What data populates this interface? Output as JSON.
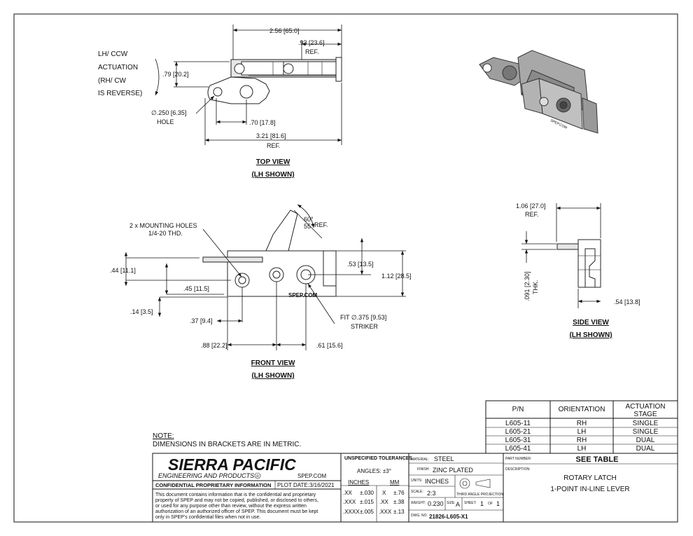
{
  "top_view": {
    "dims": {
      "d1": [
        "2.56",
        "65.0"
      ],
      "d2": [
        ".93",
        "23.6"
      ],
      "d2_ref": "REF.",
      "d3": [
        ".79",
        "20.2"
      ],
      "d4": [
        "∅.250",
        "6.35"
      ],
      "d4_sub": "HOLE",
      "d5": [
        ".70",
        "17.8"
      ],
      "d6": [
        "3.21",
        "81.6"
      ],
      "d6_ref": "REF."
    },
    "actuation": [
      "LH/ CCW",
      "ACTUATION",
      "(RH/ CW",
      "IS REVERSE)"
    ],
    "title": "TOP VIEW",
    "subtitle": "(LH SHOWN)"
  },
  "front_view": {
    "mounting_note": [
      "2 x MOUNTING HOLES",
      "1/4-20 THD."
    ],
    "angle": [
      "60°",
      "55°"
    ],
    "angle_ref": "REF.",
    "dims": {
      "a": [
        ".44",
        "11.1"
      ],
      "b": [
        ".45",
        "11.5"
      ],
      "c": [
        ".14",
        "3.5"
      ],
      "d": [
        ".37",
        "9.4"
      ],
      "e": [
        ".88",
        "22.2"
      ],
      "f": [
        ".61",
        "15.6"
      ],
      "g": [
        ".53",
        "13.5"
      ],
      "h": [
        "1.12",
        "28.5"
      ]
    },
    "fit_note": [
      "FIT ∅.375",
      "9.53",
      "STRIKER"
    ],
    "stamp": "SPEP.COM",
    "title": "FRONT VIEW",
    "subtitle": "(LH SHOWN)"
  },
  "side_view": {
    "dims": {
      "w": [
        "1.06",
        "27.0"
      ],
      "w_ref": "REF.",
      "t": [
        ".091",
        "2.30"
      ],
      "t_sub": "THK.",
      "s": [
        ".54",
        "13.8"
      ]
    },
    "title": "SIDE VIEW",
    "subtitle": "(LH SHOWN)"
  },
  "iso_stamp": "SPEP.COM",
  "pn_table": {
    "headers": [
      "P/N",
      "ORIENTATION",
      "ACTUATION\nSTAGE"
    ],
    "rows": [
      [
        "L605-11",
        "RH",
        "SINGLE"
      ],
      [
        "L605-21",
        "LH",
        "SINGLE"
      ],
      [
        "L605-31",
        "RH",
        "DUAL"
      ],
      [
        "L605-41",
        "LH",
        "DUAL"
      ]
    ]
  },
  "note": {
    "title": "NOTE:",
    "text": "DIMENSIONS IN BRACKETS ARE IN METRIC."
  },
  "title_block": {
    "company": "SIERRA PACIFIC",
    "company_sub": "ENGINEERING AND PRODUCTS",
    "reg": "R",
    "website": "SPEP.COM",
    "confidential": "CONFIDENTIAL PROPRIETARY INFORMATION",
    "plot_date_label": "PLOT DATE:",
    "plot_date": "3/16/2021",
    "disclaimer": [
      "This document contains information that is the confidential and proprietary",
      "property of SPEP and may not be copied, published, or disclosed to others,",
      "or used for any purpose  other than review, without the express written",
      "authorization of an authorized officer of SPEP. This document must be kept",
      "only in SPEP's confidential files when not in use."
    ],
    "tol_title": "UNSPECIFIED TOLERANCES",
    "angles": "ANGLES: ±3°",
    "inches_hdr": "INCHES",
    "mm_hdr": "MM",
    "tol_rows": [
      [
        ".XX",
        "±.030",
        "X",
        "±.76"
      ],
      [
        ".XXX",
        "±.015",
        ".XX",
        "±.38"
      ],
      [
        ".XXXX",
        "±.005",
        ".XXX",
        "±.13"
      ]
    ],
    "material_label": "MATERIAL:",
    "material": "STEEL",
    "finish_label": "FINISH:",
    "finish": "ZINC PLATED",
    "units_label": "UNITS:",
    "units": "INCHES",
    "projection": "THIRD ANGLE PROJECTION",
    "scale_label": "SCALE:",
    "scale": "2:3",
    "weight_label": "WEIGHT:",
    "weight": "0.230",
    "size_label": "SIZE:",
    "size": "A",
    "sheet_label": "SHEET:",
    "sheet": "1",
    "of_label": "OF",
    "sheets": "1",
    "dwg_label": "DWG. NO.",
    "dwg_no": "21826-L605-X1",
    "part_label": "PART NUMBER:",
    "part": "SEE TABLE",
    "desc_label": "DESCRIPTION:",
    "desc1": "ROTARY LATCH",
    "desc2": "1-POINT IN-LINE LEVER"
  }
}
